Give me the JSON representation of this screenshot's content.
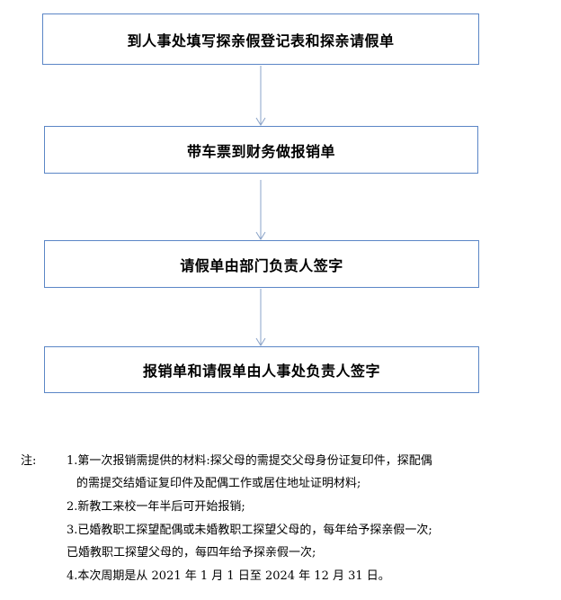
{
  "flow": {
    "steps": [
      "到人事处填写探亲假登记表和探亲请假单",
      "带车票到财务做报销单",
      "请假单由部门负责人签字",
      "报销单和请假单由人事处负责人签字"
    ]
  },
  "notes": {
    "label": "注:",
    "item1_line1": "1.第一次报销需提供的材料:探父母的需提交父母身份证复印件，探配偶",
    "item1_line2": "的需提交结婚证复印件及配偶工作或居住地址证明材料;",
    "item2": "2.新教工来校一年半后可开始报销;",
    "item3_line1": "3.已婚教职工探望配偶或未婚教职工探望父母的，每年给予探亲假一次;",
    "item3_line2": "已婚教职工探望父母的，每四年给予探亲假一次;",
    "item4": "4.本次周期是从 2021 年 1 月 1 日至 2024 年 12 月 31 日。"
  },
  "colors": {
    "box_border": "#5b86c6",
    "arrow": "#8aa3c8"
  }
}
